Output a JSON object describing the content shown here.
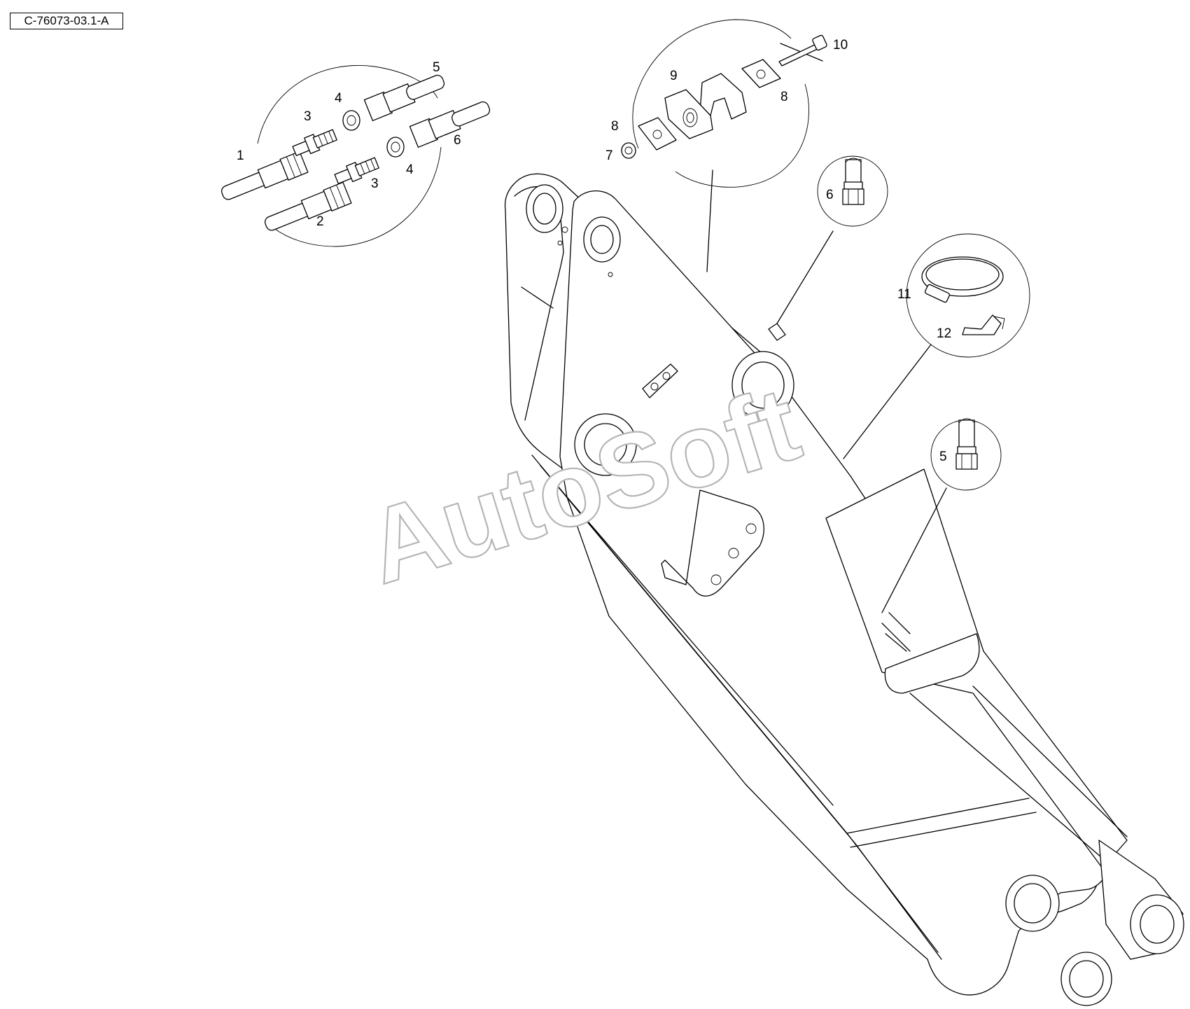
{
  "drawing_code": "C-76073-03.1-A",
  "watermark": "AutoSoft",
  "callouts": {
    "c1": "1",
    "c2": "2",
    "c3a": "3",
    "c3b": "3",
    "c4a": "4",
    "c4b": "4",
    "c5a": "5",
    "c6a": "6",
    "c7": "7",
    "c8a": "8",
    "c8b": "8",
    "c9": "9",
    "c10": "10",
    "c6b": "6",
    "c11": "11",
    "c12": "12",
    "c5b": "5"
  }
}
